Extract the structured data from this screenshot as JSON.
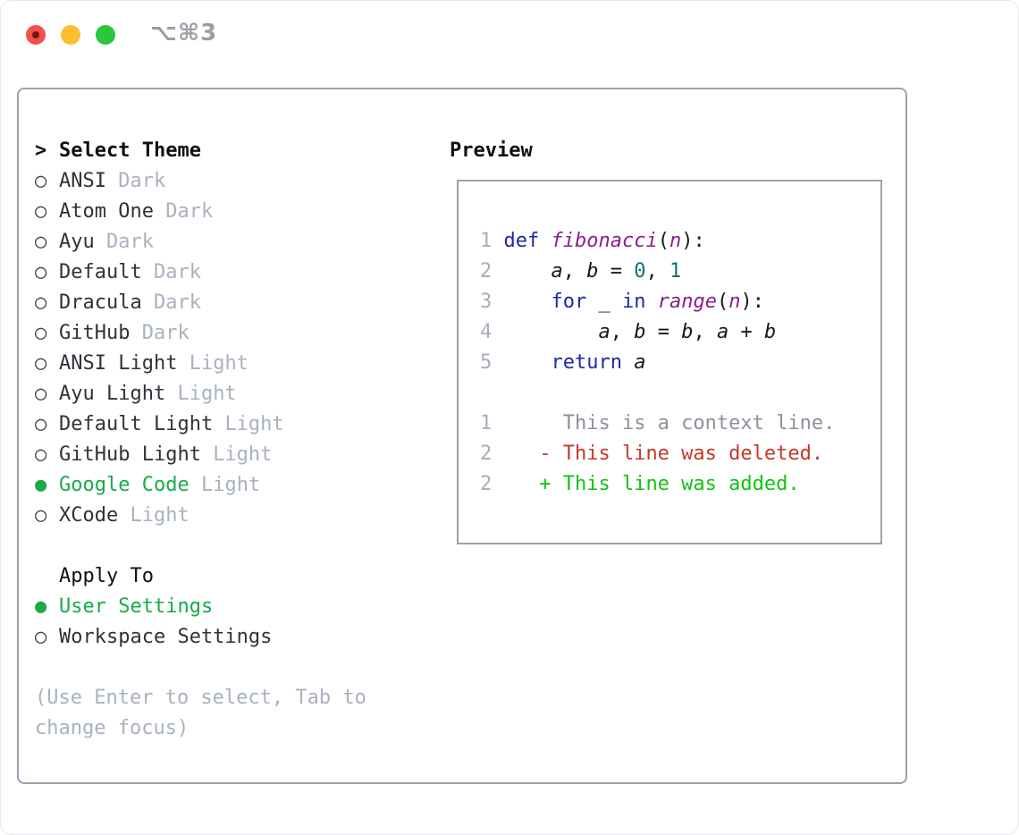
{
  "window": {
    "title": "⌥⌘3",
    "traffic_lights": {
      "close": "close",
      "minimize": "minimize",
      "zoom": "zoom"
    }
  },
  "theme_panel": {
    "header": {
      "marker": ">",
      "label": "Select Theme"
    },
    "markers": {
      "selected": "●",
      "unselected": "○"
    },
    "items": [
      {
        "name": "ANSI",
        "variant": "Dark",
        "selected": false
      },
      {
        "name": "Atom One",
        "variant": "Dark",
        "selected": false
      },
      {
        "name": "Ayu",
        "variant": "Dark",
        "selected": false
      },
      {
        "name": "Default",
        "variant": "Dark",
        "selected": false
      },
      {
        "name": "Dracula",
        "variant": "Dark",
        "selected": false
      },
      {
        "name": "GitHub",
        "variant": "Dark",
        "selected": false
      },
      {
        "name": "ANSI Light",
        "variant": "Light",
        "selected": false
      },
      {
        "name": "Ayu Light",
        "variant": "Light",
        "selected": false
      },
      {
        "name": "Default Light",
        "variant": "Light",
        "selected": false
      },
      {
        "name": "GitHub Light",
        "variant": "Light",
        "selected": false
      },
      {
        "name": "Google Code",
        "variant": "Light",
        "selected": true
      },
      {
        "name": "XCode",
        "variant": "Light",
        "selected": false
      }
    ],
    "apply_to": {
      "label": "Apply To",
      "options": [
        {
          "name": "User Settings",
          "selected": true
        },
        {
          "name": "Workspace Settings",
          "selected": false
        }
      ]
    },
    "hint": "(Use Enter to select, Tab to change focus)"
  },
  "preview": {
    "title": "Preview",
    "lines": [
      {
        "no": "1",
        "tokens": [
          [
            "kw",
            "def"
          ],
          [
            "pl",
            " "
          ],
          [
            "fn",
            "fibonacci"
          ],
          [
            "pl",
            "("
          ],
          [
            "fn",
            "n"
          ],
          [
            "pl",
            "):"
          ]
        ]
      },
      {
        "no": "2",
        "tokens": [
          [
            "pl",
            "    "
          ],
          [
            "var",
            "a"
          ],
          [
            "pl",
            ", "
          ],
          [
            "var",
            "b"
          ],
          [
            "pl",
            " = "
          ],
          [
            "lit",
            "0"
          ],
          [
            "pl",
            ", "
          ],
          [
            "lit",
            "1"
          ]
        ]
      },
      {
        "no": "3",
        "tokens": [
          [
            "pl",
            "    "
          ],
          [
            "kw",
            "for"
          ],
          [
            "pl",
            " _ "
          ],
          [
            "kw",
            "in"
          ],
          [
            "pl",
            " "
          ],
          [
            "fn",
            "range"
          ],
          [
            "pl",
            "("
          ],
          [
            "fn",
            "n"
          ],
          [
            "pl",
            "):"
          ]
        ]
      },
      {
        "no": "4",
        "tokens": [
          [
            "pl",
            "        "
          ],
          [
            "var",
            "a"
          ],
          [
            "pl",
            ", "
          ],
          [
            "var",
            "b"
          ],
          [
            "pl",
            " = "
          ],
          [
            "var",
            "b"
          ],
          [
            "pl",
            ", "
          ],
          [
            "var",
            "a"
          ],
          [
            "pl",
            " + "
          ],
          [
            "var",
            "b"
          ]
        ]
      },
      {
        "no": "5",
        "tokens": [
          [
            "pl",
            "    "
          ],
          [
            "kw",
            "return"
          ],
          [
            "pl",
            " "
          ],
          [
            "var",
            "a"
          ]
        ]
      },
      {
        "no": "",
        "tokens": []
      },
      {
        "no": "1",
        "tokens": [
          [
            "ctx",
            "     This is a context line."
          ]
        ]
      },
      {
        "no": "2",
        "tokens": [
          [
            "del",
            "   - This line was deleted."
          ]
        ]
      },
      {
        "no": "2",
        "tokens": [
          [
            "add",
            "   + This line was added."
          ]
        ]
      }
    ]
  },
  "colors": {
    "border": "#9aa2ae",
    "muted": "#a9b2be",
    "lineno": "#a5aebc",
    "green": "#18ab47",
    "keyword": "#1e28a8",
    "function": "#8b1f8b",
    "literal": "#10706f",
    "context": "#8b929b",
    "deleted": "#c4392a",
    "added": "#0ec414",
    "red_light": "#f1514b",
    "yellow_light": "#fcbf2e",
    "green_light": "#2cc63e"
  }
}
